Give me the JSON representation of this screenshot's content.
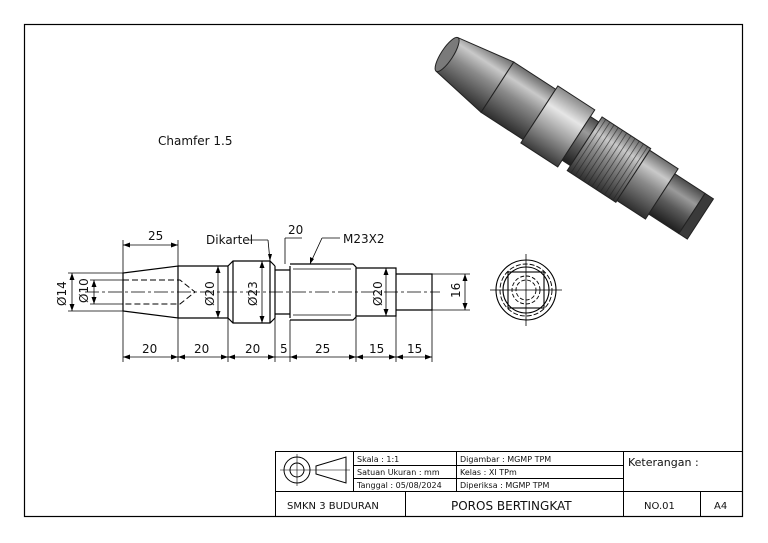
{
  "note": "Chamfer 1.5",
  "callouts": {
    "knurl": "Dikartel",
    "thread": "M23X2",
    "groove_width": "20"
  },
  "dimensions": {
    "cone_length": "25",
    "dia_14": "Ø14",
    "dia_10": "Ø10",
    "dia_20_left": "Ø20",
    "dia_23": "Ø23",
    "dia_20_right": "Ø20",
    "flat_16": "16",
    "seg_1": "20",
    "seg_2": "20",
    "seg_3": "20",
    "seg_4": "5",
    "seg_5": "25",
    "seg_6": "15",
    "seg_7": "15"
  },
  "title_block": {
    "scale": "Skala : 1:1",
    "units": "Satuan Ukuran : mm",
    "date": "Tanggal : 05/08/2024",
    "drawn_by": "Digambar : MGMP TPM",
    "class": "Kelas : XI TPm",
    "checked_by": "Diperiksa : MGMP TPM",
    "remarks": "Keterangan :",
    "school": "SMKN 3 BUDURAN",
    "drawing_title": "POROS BERTINGKAT",
    "drawing_no": "NO.01",
    "paper_size": "A4"
  }
}
